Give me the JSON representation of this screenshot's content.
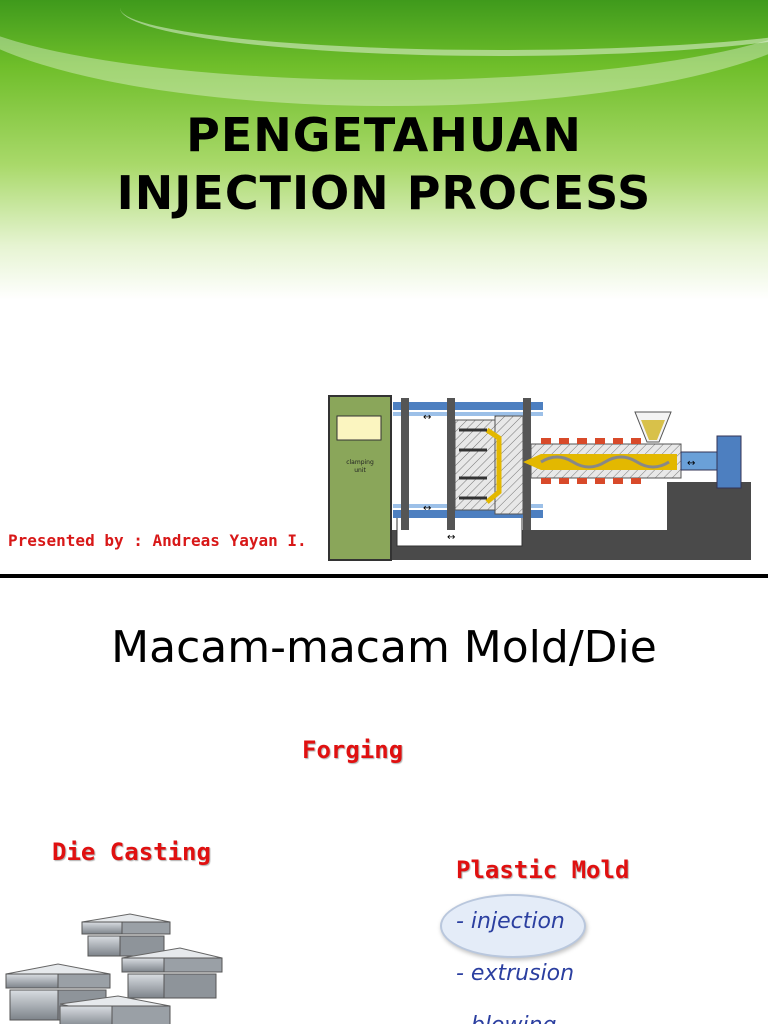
{
  "slide1": {
    "title_line1": "PENGETAHUAN",
    "title_line2": "INJECTION PROCESS",
    "presenter": "Presented by : Andreas Yayan I.",
    "diagram_label_line1": "clamping",
    "diagram_label_line2": "unit"
  },
  "slide2": {
    "title": "Macam-macam Mold/Die",
    "forging": "Forging",
    "die_casting": "Die Casting",
    "plastic_mold": "Plastic Mold",
    "processes": [
      "- injection",
      "- extrusion",
      "- blowing"
    ]
  },
  "colors": {
    "accent_green": "#6fbe2a",
    "label_red": "#e01010",
    "process_blue": "#2b3fa0"
  }
}
